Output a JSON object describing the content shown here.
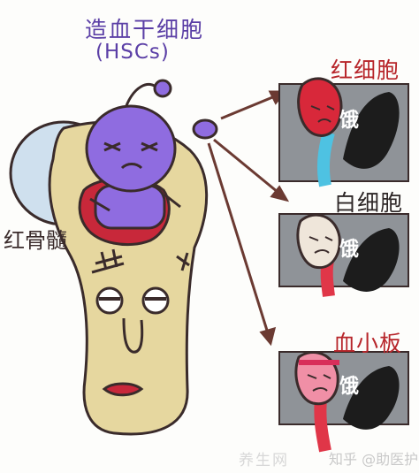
{
  "labels": {
    "title": "造血干细胞",
    "subtitle": "(HSCs)",
    "marrow": "红骨髓",
    "rbc": "红细胞",
    "wbc": "白细胞",
    "platelet": "血小板",
    "hungry": "饿"
  },
  "watermarks": {
    "left": "养生网",
    "right": "知乎 @助医护"
  },
  "colors": {
    "title": "#5b3fa6",
    "stem_cell": "#8f6ce0",
    "bone": "#e6d79f",
    "marrow": "#c8283a",
    "panel": "#8f9398",
    "red_label": "#b7252a",
    "vessel": "#e03648",
    "arrow": "#6b3a32"
  }
}
